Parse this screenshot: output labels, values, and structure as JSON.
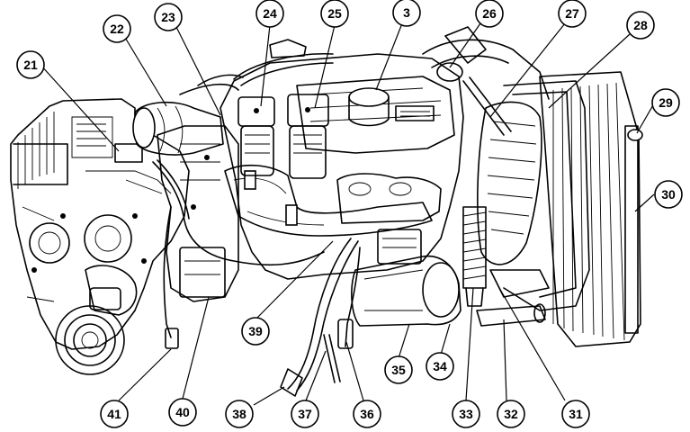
{
  "callouts": [
    {
      "id": "c21",
      "label": "21"
    },
    {
      "id": "c22",
      "label": "22"
    },
    {
      "id": "c23",
      "label": "23"
    },
    {
      "id": "c24",
      "label": "24"
    },
    {
      "id": "c25",
      "label": "25"
    },
    {
      "id": "c3",
      "label": "3"
    },
    {
      "id": "c26",
      "label": "26"
    },
    {
      "id": "c27",
      "label": "27"
    },
    {
      "id": "c28",
      "label": "28"
    },
    {
      "id": "c29",
      "label": "29"
    },
    {
      "id": "c30",
      "label": "30"
    },
    {
      "id": "c39",
      "label": "39"
    },
    {
      "id": "c35",
      "label": "35"
    },
    {
      "id": "c34",
      "label": "34"
    },
    {
      "id": "c41",
      "label": "41"
    },
    {
      "id": "c40",
      "label": "40"
    },
    {
      "id": "c38",
      "label": "38"
    },
    {
      "id": "c37",
      "label": "37"
    },
    {
      "id": "c36",
      "label": "36"
    },
    {
      "id": "c33",
      "label": "33"
    },
    {
      "id": "c32",
      "label": "32"
    },
    {
      "id": "c31",
      "label": "31"
    }
  ]
}
